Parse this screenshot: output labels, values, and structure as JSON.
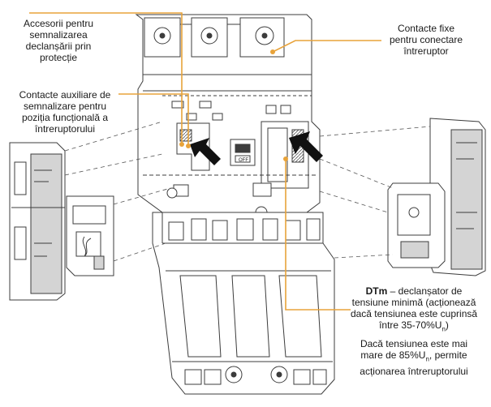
{
  "labels": {
    "accessories": {
      "lines": [
        "Accesorii pentru",
        "semnalizarea",
        "declanșării prin",
        "protecție"
      ]
    },
    "fixed_contacts": {
      "lines": [
        "Contacte fixe",
        "pentru conectare",
        "întreruptor"
      ]
    },
    "aux_contacts": {
      "lines": [
        "Contacte auxiliare de",
        "semnalizare pentru",
        "poziția funcțională a",
        "întreruptorului"
      ]
    },
    "dtm": {
      "bold": "DTm",
      "line1_rest": " – declanșator de",
      "lines": [
        "tensiune minimă (acționează",
        "dacă tensiunea este cuprinsă"
      ],
      "range_text": "între 35-70%U",
      "range_sub": "n",
      "range_close": ")",
      "line5": "Dacă tensiunea este mai",
      "line6_text": "mare de 85%U",
      "line6_sub": "n",
      "line6_rest": ", permite",
      "line7": "acționarea întreruptorului"
    }
  },
  "device": {
    "off_marking": "OFF"
  },
  "colors": {
    "leader": "#e8a33a",
    "outline": "#3c3c3c",
    "panel_fill": "#d4d4d4"
  }
}
